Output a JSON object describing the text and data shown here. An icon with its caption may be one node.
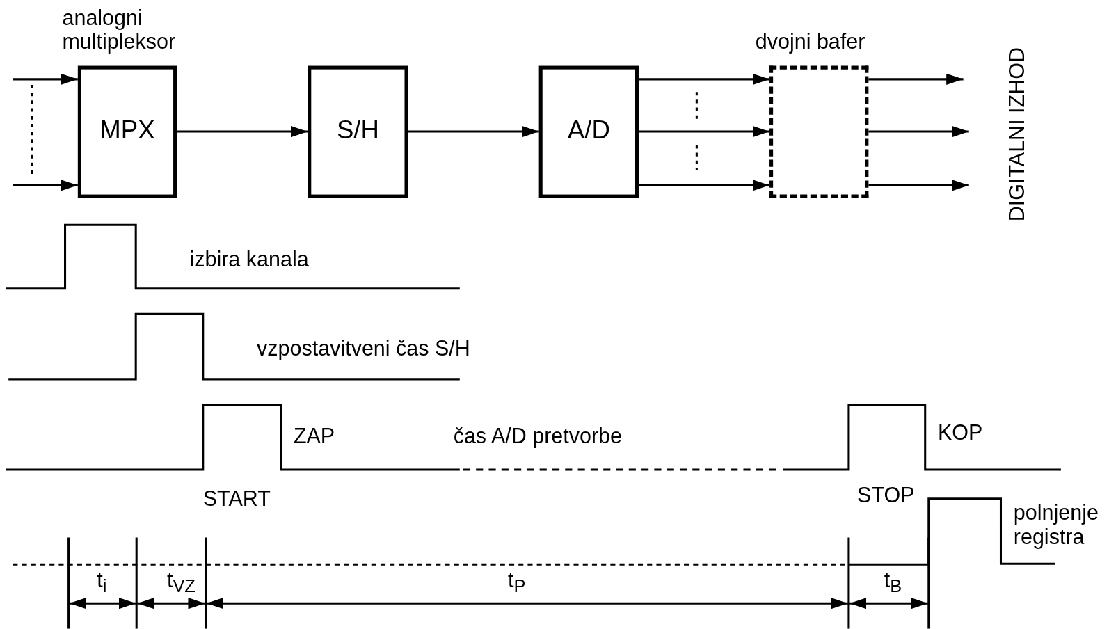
{
  "diagram": {
    "nodes": [
      {
        "text": [
          "analogni multipleksor",
          "MPX"
        ]
      },
      {
        "text": [
          "S/H"
        ]
      },
      {
        "text": [
          "A/D"
        ]
      },
      {
        "text": [
          "dvojni bafer"
        ]
      }
    ],
    "edges": [
      {
        "from": null,
        "to": 0,
        "arrow": "to"
      },
      {
        "from": null,
        "to": 0,
        "arrow": "to"
      },
      {
        "from": 0,
        "to": 1,
        "arrow": "to"
      },
      {
        "from": 1,
        "to": 2,
        "arrow": "to"
      },
      {
        "from": 2,
        "to": 3,
        "arrow": "to"
      },
      {
        "from": 2,
        "to": 3,
        "arrow": "to"
      },
      {
        "from": 2,
        "to": 3,
        "arrow": "to"
      },
      {
        "from": 3,
        "to": null,
        "arrow": "to"
      },
      {
        "from": 3,
        "to": null,
        "arrow": "to"
      },
      {
        "from": 3,
        "to": null,
        "arrow": "to"
      }
    ],
    "labels": [
      "DIGITALNI IZHOD",
      "izbira kanala",
      "vzpostavitveni čas S/H",
      "ZAP",
      "čas A/D pretvorbe",
      "KOP",
      "START",
      "STOP",
      "polnjenje registra",
      "t$_{i}$",
      "t$_{VZ}$",
      "t$_{P}$",
      "t$_{B}$"
    ]
  }
}
